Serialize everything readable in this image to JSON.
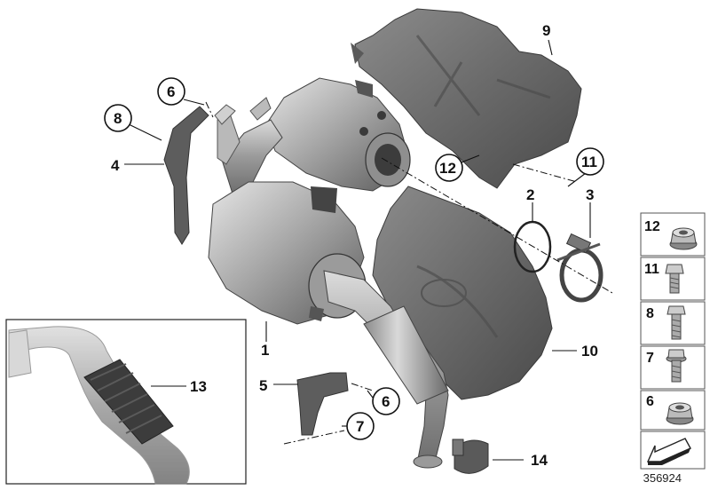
{
  "drawing_number": "356924",
  "callouts": {
    "c1": "1",
    "c2": "2",
    "c3": "3",
    "c4": "4",
    "c5": "5",
    "c6a": "6",
    "c6b": "6",
    "c7": "7",
    "c8": "8",
    "c9": "9",
    "c10": "10",
    "c11": "11",
    "c12": "12",
    "c13": "13",
    "c14": "14"
  },
  "side_panel": [
    {
      "number": "12",
      "icon": "flange-nut-icon"
    },
    {
      "number": "11",
      "icon": "hex-bolt-short-icon"
    },
    {
      "number": "8",
      "icon": "hex-bolt-long-icon"
    },
    {
      "number": "7",
      "icon": "hex-bolt-flange-icon"
    },
    {
      "number": "6",
      "icon": "flange-nut-icon"
    }
  ],
  "colors": {
    "metal_light": "#cfcfcf",
    "metal_mid": "#9a9a9a",
    "metal_dark": "#5a5a5a",
    "shield": "#6e6e6e",
    "line": "#111111"
  }
}
